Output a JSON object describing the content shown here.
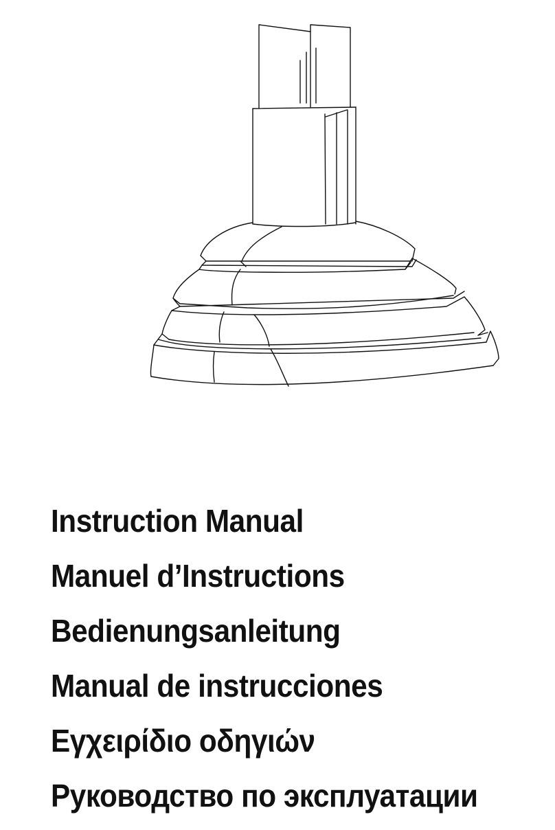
{
  "illustration": {
    "subject": "range-hood-line-drawing"
  },
  "titles": [
    "Instruction Manual",
    "Manuel d’Instructions",
    "Bedienungsanleitung",
    "Manual de instrucciones",
    "Εγχειρίδιο οδηγιών",
    "Руководство по эксплуатации"
  ]
}
